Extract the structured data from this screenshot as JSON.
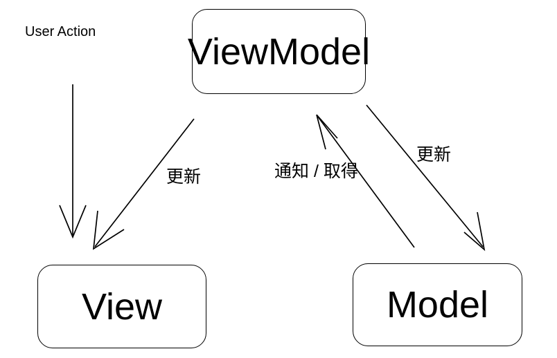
{
  "diagram": {
    "title": "MVVM data flow diagram",
    "background_color": "#ffffff",
    "stroke_color": "#000000",
    "nodes": [
      {
        "id": "viewmodel",
        "label": "ViewModel"
      },
      {
        "id": "view",
        "label": "View"
      },
      {
        "id": "model",
        "label": "Model"
      }
    ],
    "edges": [
      {
        "id": "user-action",
        "label": "User Action",
        "from": "user",
        "to": "view",
        "style": "vertical-arrow"
      },
      {
        "id": "viewmodel-to-view",
        "label": "更新",
        "from": "viewmodel",
        "to": "view",
        "style": "diagonal-arrow"
      },
      {
        "id": "model-to-viewmodel",
        "label": "通知 / 取得",
        "from": "model",
        "to": "viewmodel",
        "style": "diagonal-arrow"
      },
      {
        "id": "viewmodel-to-model",
        "label": "更新",
        "from": "viewmodel",
        "to": "model",
        "style": "diagonal-arrow"
      }
    ]
  }
}
